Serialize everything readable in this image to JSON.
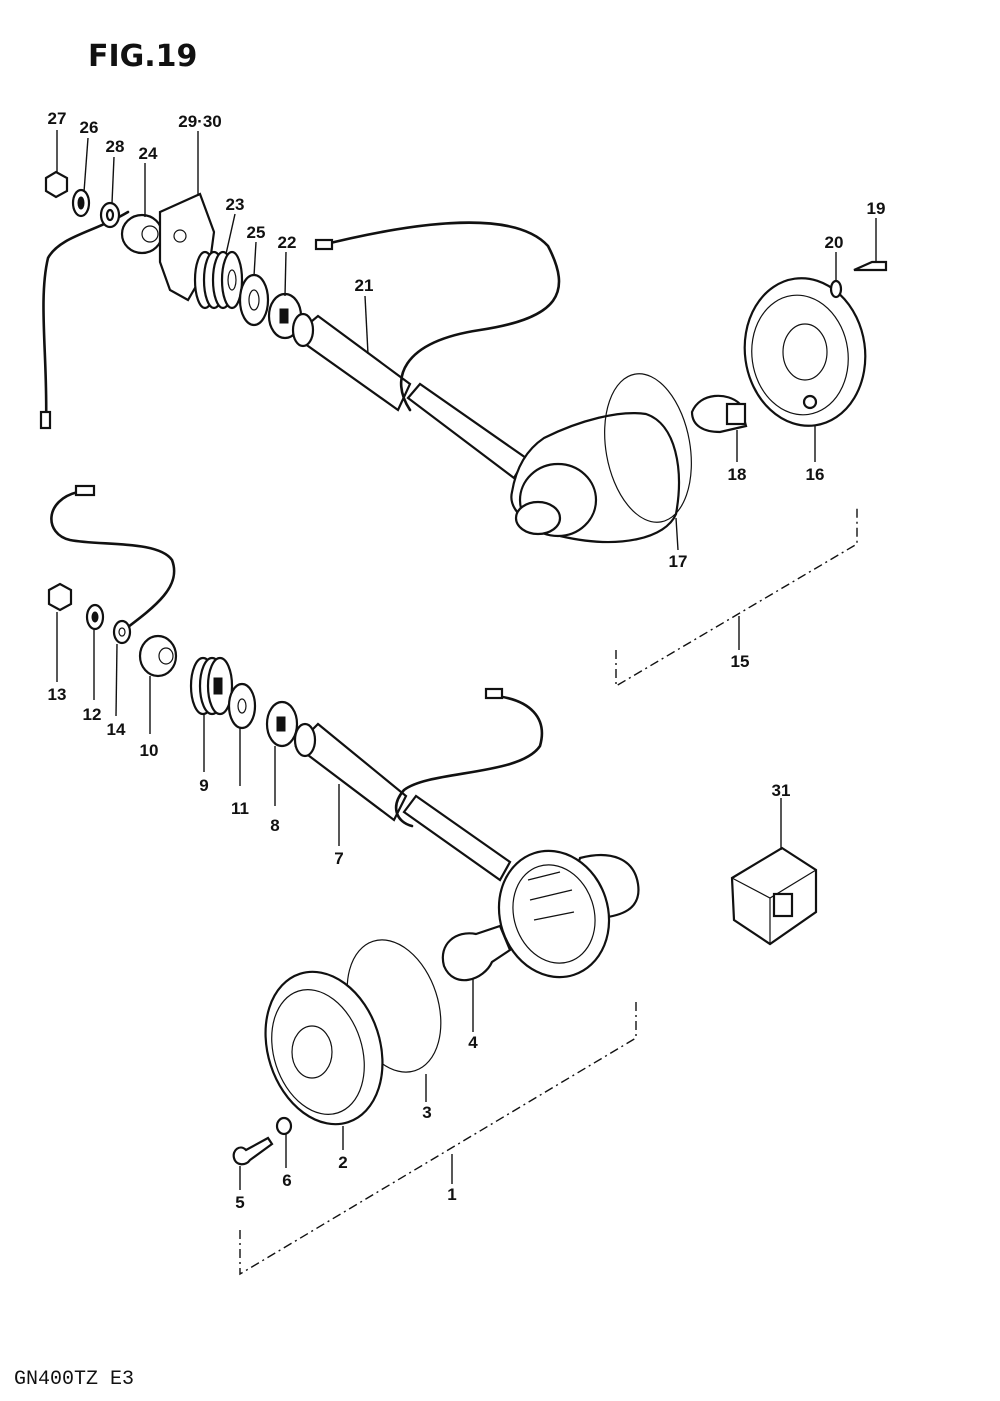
{
  "figure": {
    "title": "FIG.19",
    "footer": "GN400TZ  E3"
  },
  "callouts": {
    "c1": "1",
    "c2": "2",
    "c3": "3",
    "c4": "4",
    "c5": "5",
    "c6": "6",
    "c7": "7",
    "c8": "8",
    "c9": "9",
    "c10": "10",
    "c11": "11",
    "c12": "12",
    "c13": "13",
    "c14": "14",
    "c15": "15",
    "c16": "16",
    "c17": "17",
    "c18": "18",
    "c19": "19",
    "c20": "20",
    "c21": "21",
    "c22": "22",
    "c23": "23",
    "c24": "24",
    "c25": "25",
    "c26": "26",
    "c27": "27",
    "c28": "28",
    "c2930": "29·30",
    "c31": "31"
  },
  "colors": {
    "ink": "#111111",
    "paper": "#ffffff"
  }
}
